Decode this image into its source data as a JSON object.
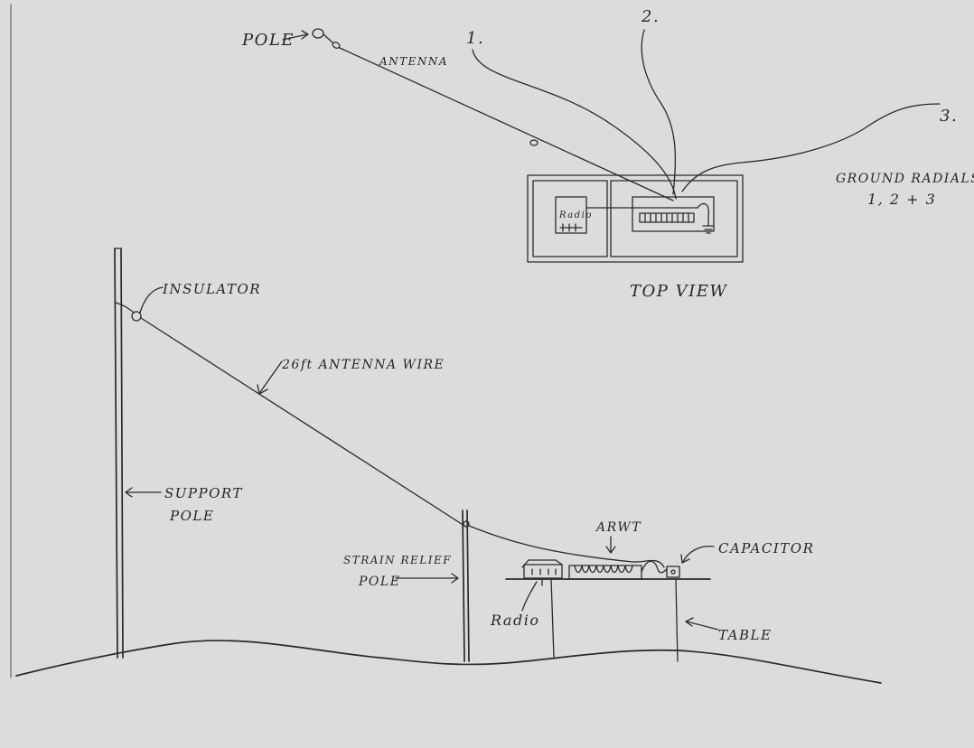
{
  "labels": {
    "pole": "POLE",
    "antenna": "ANTENNA",
    "radial_1": "1.",
    "radial_2": "2.",
    "radial_3": "3.",
    "ground_radials_line1": "GROUND RADIALS",
    "ground_radials_line2": "1, 2 + 3",
    "radio_box": "Radio",
    "top_view": "TOP VIEW",
    "insulator": "INSULATOR",
    "antenna_wire": "26ft ANTENNA WIRE",
    "support_pole_line1": "SUPPORT",
    "support_pole_line2": "POLE",
    "strain_relief_line1": "STRAIN RELIEF",
    "strain_relief_line2": "POLE",
    "arwt": "ARWT",
    "capacitor": "CAPACITOR",
    "radio": "Radio",
    "table": "TABLE"
  },
  "colors": {
    "paper": "#dcdcdc",
    "ink": "#2a2a2a"
  }
}
